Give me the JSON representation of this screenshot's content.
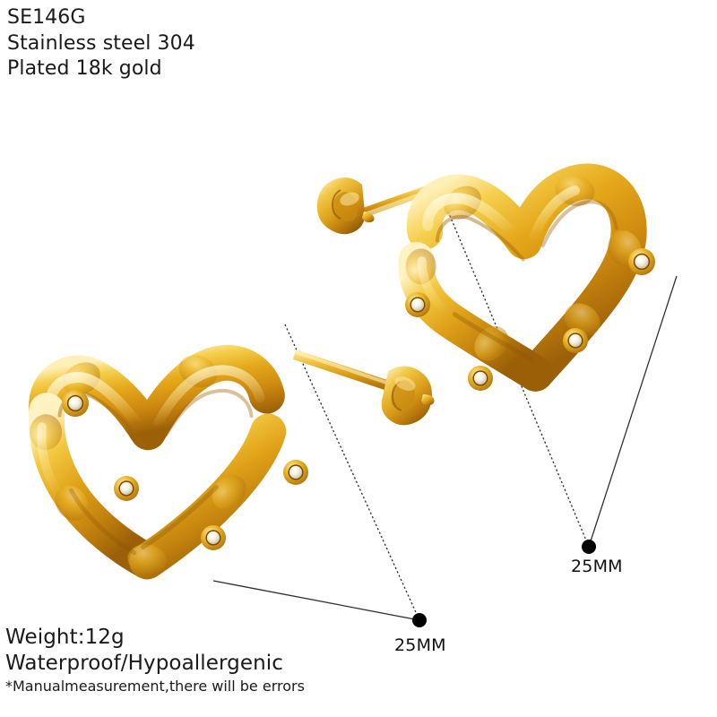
{
  "product": {
    "sku": "SE146G",
    "material": "Stainless steel 304",
    "plating": "Plated 18k gold",
    "weight": "Weight:12g",
    "features": "Waterproof/Hypoallergenic",
    "disclaimer": "*Manualmeasurement,there will be errors"
  },
  "dimensions": {
    "left_earring_label": "25MM",
    "right_earring_label": "25MM"
  },
  "colors": {
    "background": "#ffffff",
    "text": "#1a1a1a",
    "gold_light": "#ffe9a0",
    "gold_mid": "#e8b419",
    "gold_deep": "#b8780c",
    "gold_shadow": "#8c5606",
    "crystal": "#fdfcf6",
    "leader_line": "#2b2b2b",
    "dot": "#000000"
  },
  "objects": {
    "left_earring": "gold-heart-hoop-earring-left",
    "right_earring": "gold-heart-hoop-earring-right",
    "left_post": "earring-post-with-butterfly-back-left",
    "right_post": "earring-post-with-butterfly-back-right",
    "crystal_count_visible": 8
  }
}
